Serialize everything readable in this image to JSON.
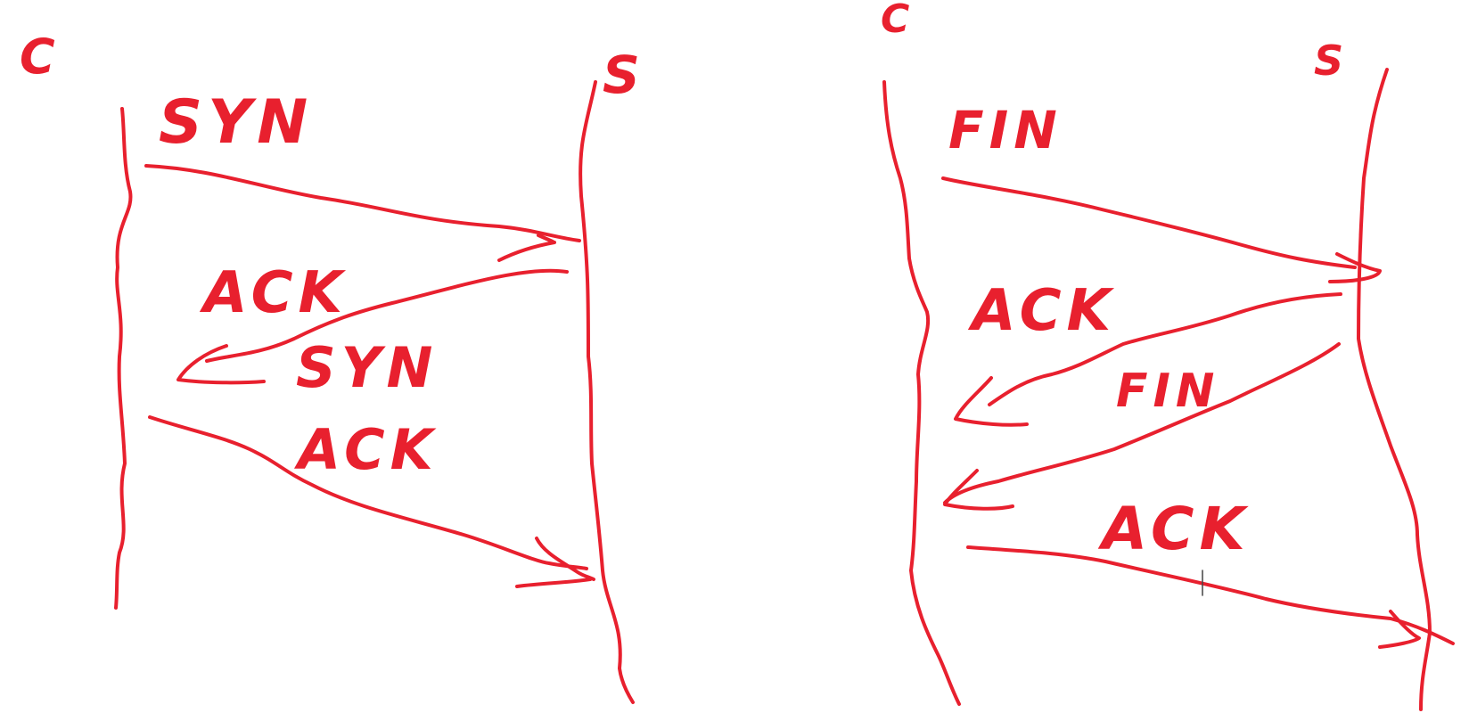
{
  "colors": {
    "ink": "#e8202e",
    "background": "#ffffff"
  },
  "diagrams": [
    {
      "id": "handshake",
      "client_label": "C",
      "server_label": "S",
      "messages": [
        {
          "label": "SYN",
          "direction": "client-to-server"
        },
        {
          "label": "ACK",
          "direction": "server-to-client"
        },
        {
          "label": "SYN",
          "direction": "server-to-client"
        },
        {
          "label": "ACK",
          "direction": "client-to-server"
        }
      ]
    },
    {
      "id": "teardown",
      "client_label": "C",
      "server_label": "S",
      "messages": [
        {
          "label": "FIN",
          "direction": "client-to-server"
        },
        {
          "label": "ACK",
          "direction": "server-to-client"
        },
        {
          "label": "FIN",
          "direction": "server-to-client"
        },
        {
          "label": "ACK",
          "direction": "client-to-server"
        }
      ]
    }
  ]
}
